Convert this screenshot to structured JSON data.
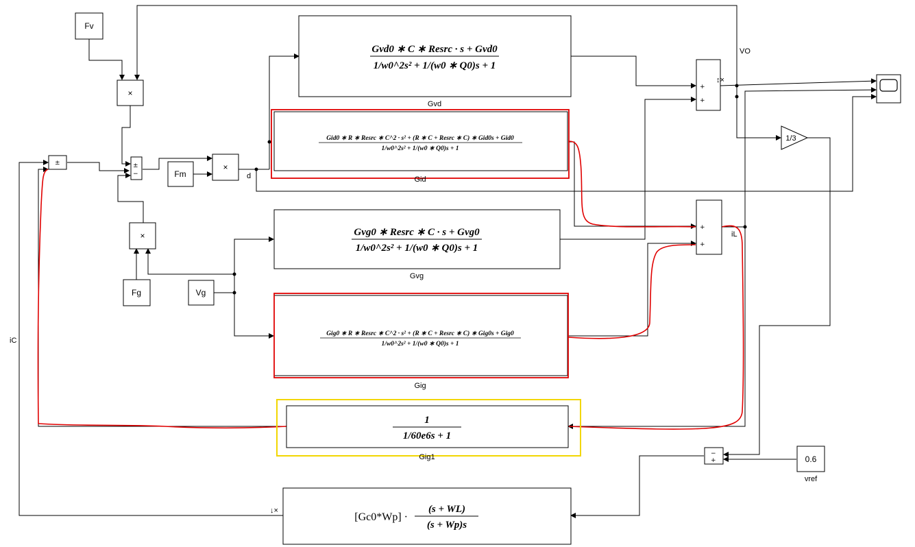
{
  "blocks": {
    "fv": "Fv",
    "fm": "Fm",
    "fg": "Fg",
    "vg": "Vg",
    "mult": "×",
    "vref_value": "0.6",
    "gain": "1/3"
  },
  "block_names": {
    "gvd": "Gvd",
    "gid": "Gid",
    "gvg": "Gvg",
    "gig": "Gig",
    "gig1": "Gig1",
    "vref": "vref"
  },
  "transfer_functions": {
    "gvd_num": "Gvd0 ∗ C ∗ Resrc · s + Gvd0",
    "gvd_den": "1/w0^2s² + 1/(w0 ∗ Q0)s + 1",
    "gid_num": "Gid0 ∗ R ∗ Resrc ∗ C^2 · s² + (R ∗ C + Resrc ∗ C) ∗ Gid0s + Gid0",
    "gid_den": "1/w0^2s² + 1/(w0 ∗ Q0)s + 1",
    "gvg_num": "Gvg0 ∗ Resrc ∗ C · s + Gvg0",
    "gvg_den": "1/w0^2s² + 1/(w0 ∗ Q0)s + 1",
    "gig_num": "Gig0 ∗ R ∗ Resrc ∗ C^2 · s² + (R ∗ C + Resrc ∗ C) ∗ Gig0s + Gig0",
    "gig_den": "1/w0^2s² + 1/(w0 ∗ Q0)s + 1",
    "gig1_num": "1",
    "gig1_den": "1/60e6s + 1",
    "gc_prefix": "[Gc0*Wp] ·",
    "gc_num": "(s + WL)",
    "gc_den": "(s + Wp)s"
  },
  "signals": {
    "vo": "VO",
    "il": "iL",
    "ic": "iC",
    "d": "d"
  },
  "signs": {
    "plus": "+",
    "minus": "−",
    "plus_minus": "±"
  },
  "markers": {
    "probe_vo": "↕×",
    "probe_gc": "↓×"
  },
  "colors": {
    "highlight_red": "#e00000",
    "highlight_yellow": "#f2d600"
  }
}
